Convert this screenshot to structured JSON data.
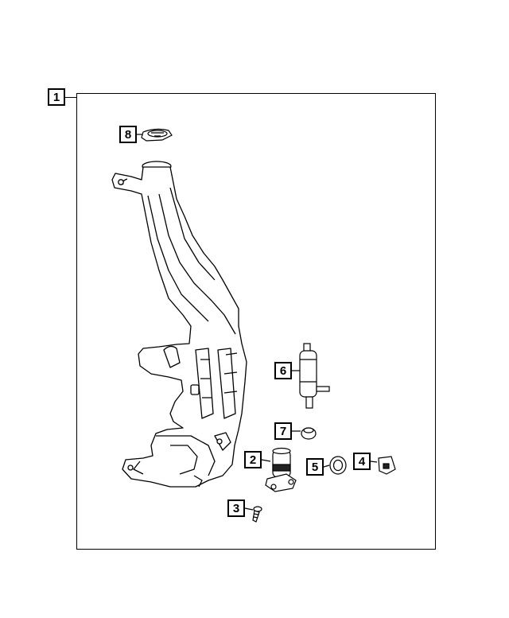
{
  "assembly": {
    "callout": "1"
  },
  "parts": [
    {
      "callout": "2"
    },
    {
      "callout": "3"
    },
    {
      "callout": "4"
    },
    {
      "callout": "5"
    },
    {
      "callout": "6"
    },
    {
      "callout": "7"
    },
    {
      "callout": "8"
    }
  ]
}
